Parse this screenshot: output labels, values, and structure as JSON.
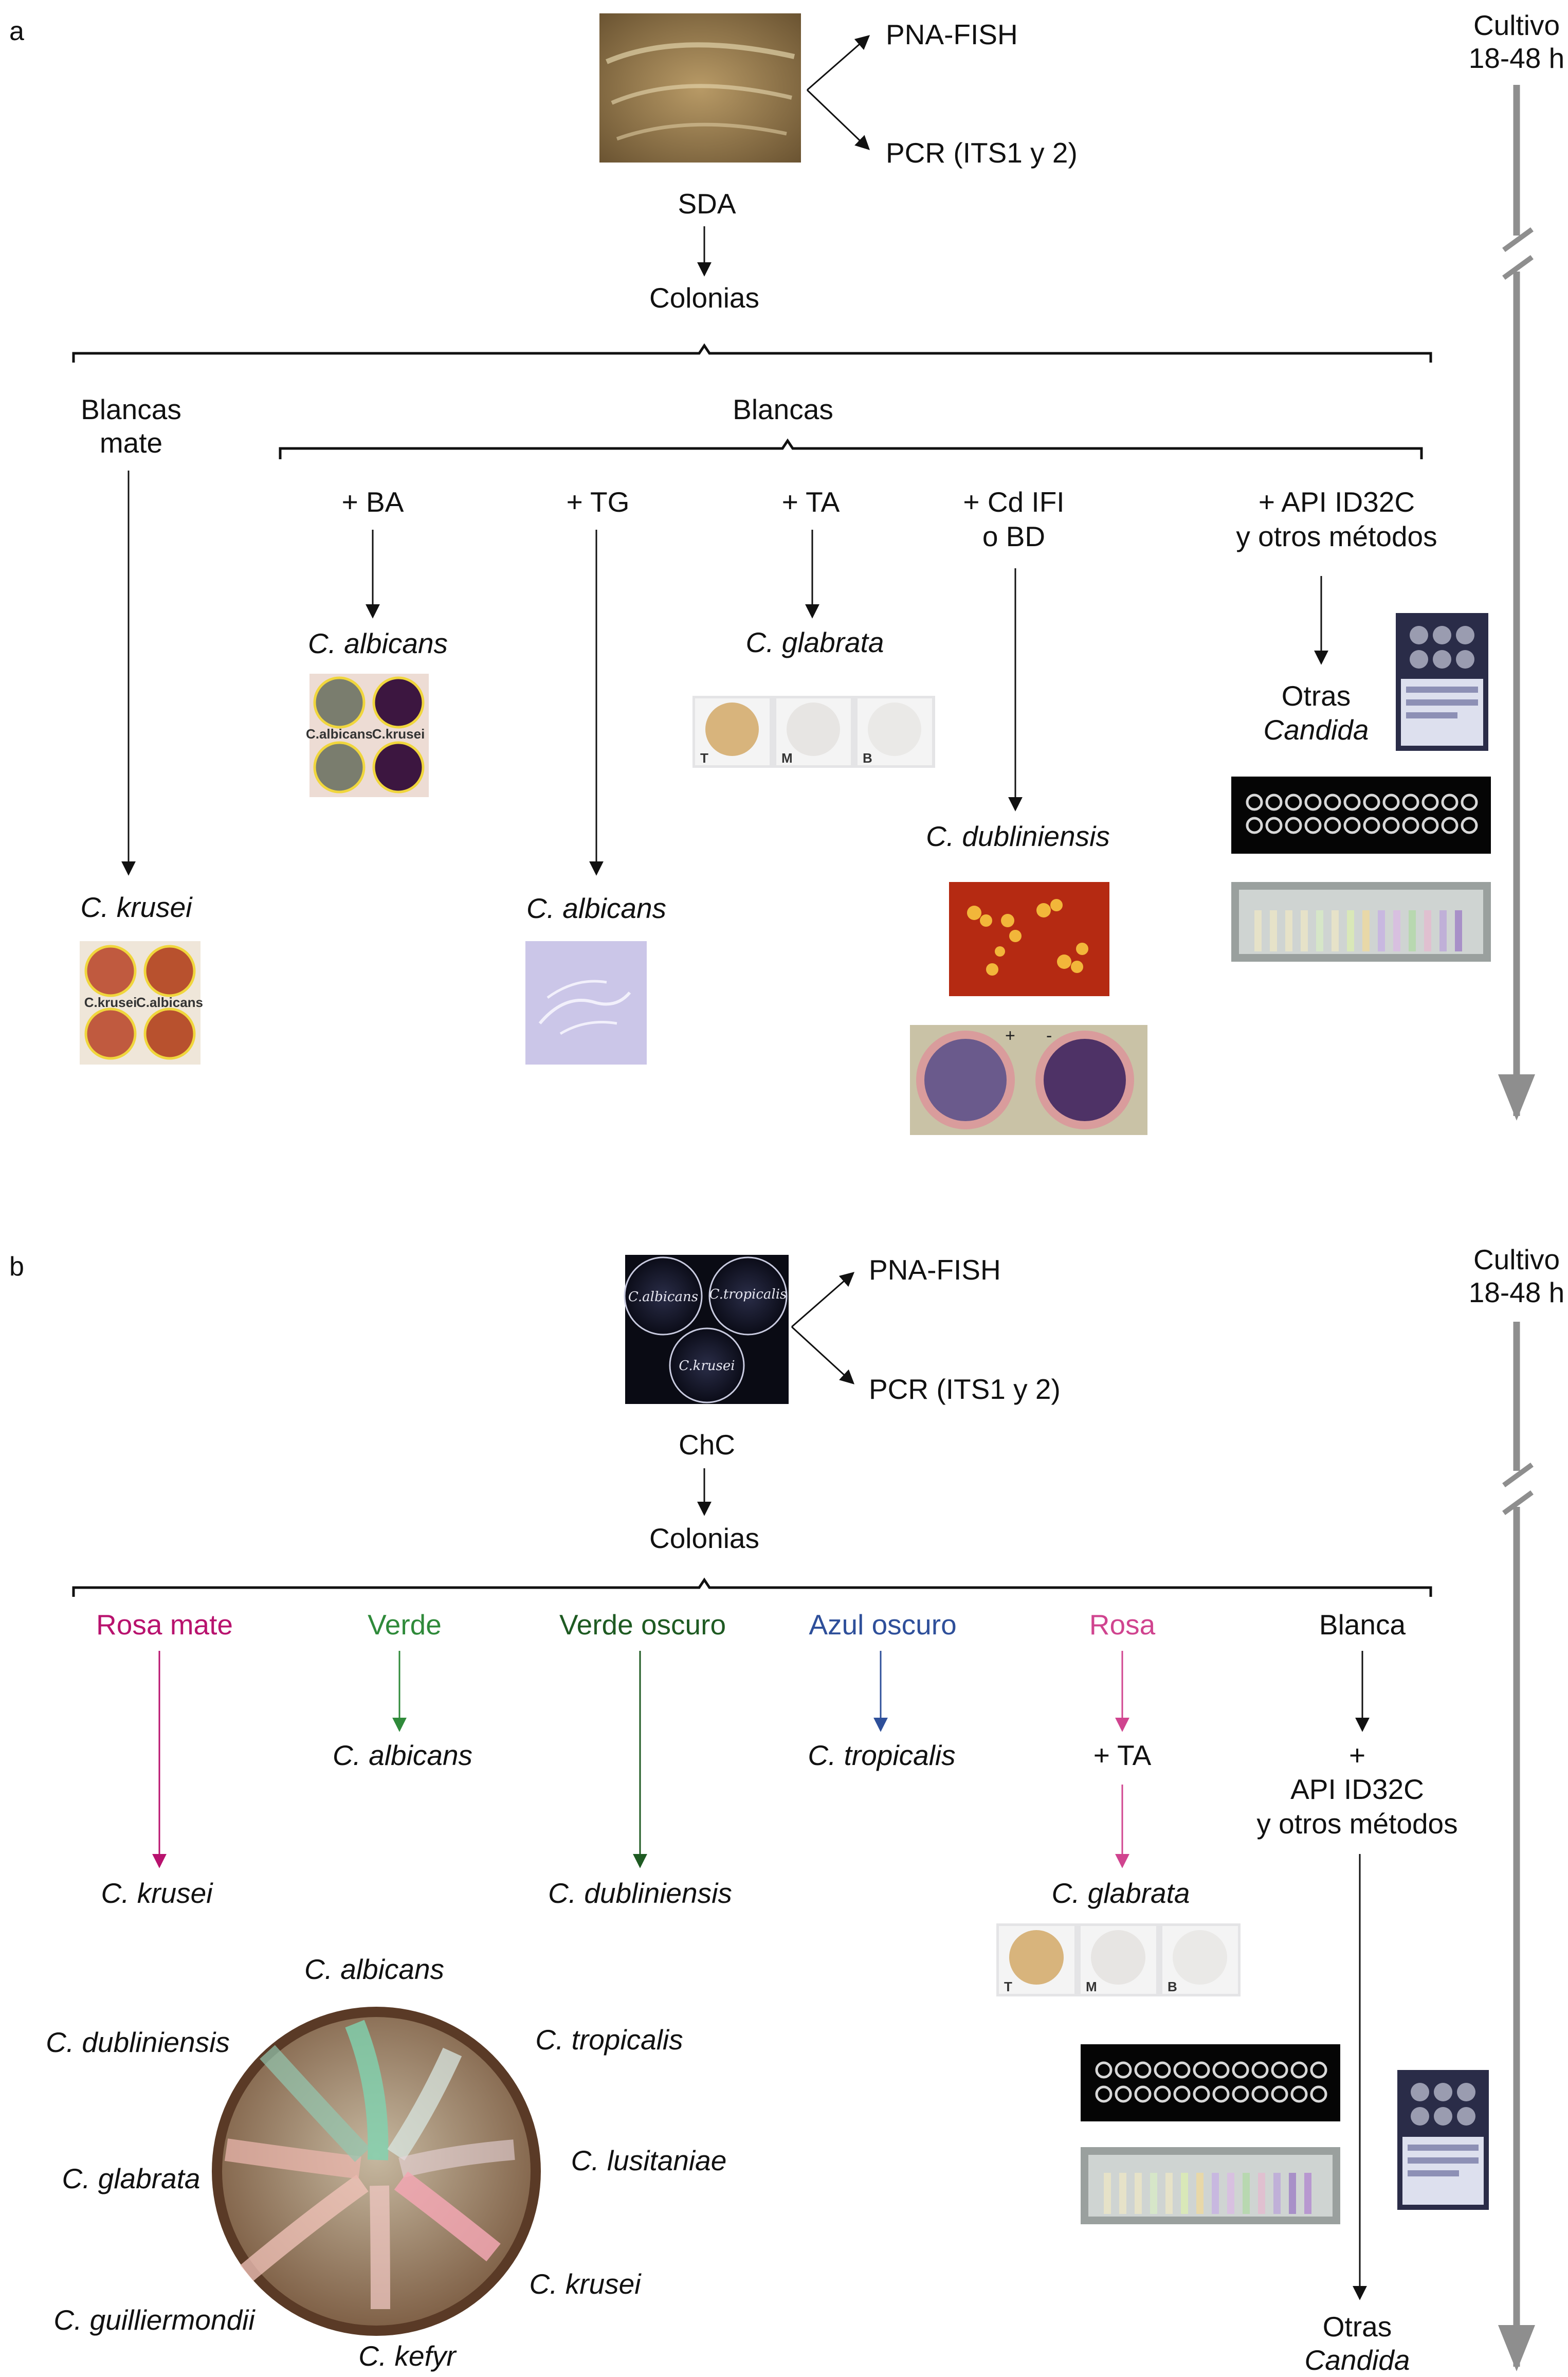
{
  "colors": {
    "timeline": "#8e8e8e",
    "rosa_mate": "#b8126e",
    "verde": "#2f8a3a",
    "verde_oscuro": "#1e5a22",
    "azul_oscuro": "#2e4f9a",
    "rosa": "#d0448f",
    "line": "#111111"
  },
  "panel_a": {
    "letter": "a",
    "timeline": {
      "line1": "Cultivo",
      "line2": "18-48 h"
    },
    "methods": {
      "fish": "PNA-FISH",
      "pcr": "PCR (ITS1 y 2)"
    },
    "medium": "SDA",
    "colonies": "Colonias",
    "blancas_mate": {
      "line1": "Blancas",
      "line2": "mate"
    },
    "blancas": "Blancas",
    "tests": {
      "ba": "+ BA",
      "tg": "+ TG",
      "ta": "+ TA",
      "cd_ifi": {
        "line1": "+ Cd IFI",
        "line2": "o BD"
      },
      "api": {
        "line1": "+ API ID32C",
        "line2": "y otros métodos"
      }
    },
    "species": {
      "krusei": "C. krusei",
      "albicans_ba": "C. albicans",
      "albicans_tg": "C. albicans",
      "glabrata": "C. glabrata",
      "dubliniensis": "C. dubliniensis"
    },
    "otras": {
      "line1": "Otras",
      "line2": "Candida"
    },
    "photo_labels": {
      "ba_plate_1": "C.albicans",
      "ba_plate_2": "C.krusei",
      "krusei_plate_1": "C.krusei",
      "krusei_plate_2": "C.albicans",
      "ta_wells": [
        "T",
        "M",
        "B"
      ],
      "bd_plus": "+",
      "bd_minus": "-"
    }
  },
  "panel_b": {
    "letter": "b",
    "timeline": {
      "line1": "Cultivo",
      "line2": "18-48 h"
    },
    "methods": {
      "fish": "PNA-FISH",
      "pcr": "PCR (ITS1 y 2)"
    },
    "medium": "ChC",
    "colonies": "Colonias",
    "plate_labels": [
      "C.albicans",
      "C.tropicalis",
      "C.krusei"
    ],
    "colors_text": {
      "rosa_mate": "Rosa mate",
      "verde": "Verde",
      "verde_oscuro": "Verde oscuro",
      "azul_oscuro": "Azul oscuro",
      "rosa": "Rosa",
      "blanca": "Blanca"
    },
    "species": {
      "albicans": "C. albicans",
      "tropicalis": "C. tropicalis",
      "krusei": "C. krusei",
      "dubliniensis": "C. dubliniensis",
      "glabrata": "C. glabrata"
    },
    "ta": "+ TA",
    "api": {
      "line1": "+",
      "line2": "API ID32C",
      "line3": "y otros métodos"
    },
    "otras": {
      "line1": "Otras",
      "line2": "Candida"
    },
    "ta_wells": [
      "T",
      "M",
      "B"
    ],
    "plate_species": {
      "albicans": "C. albicans",
      "tropicalis": "C. tropicalis",
      "dubliniensis": "C. dubliniensis",
      "lusitaniae": "C. lusitaniae",
      "glabrata": "C. glabrata",
      "krusei": "C. krusei",
      "guilliermondii": "C. guilliermondii",
      "kefyr": "C. kefyr"
    }
  }
}
